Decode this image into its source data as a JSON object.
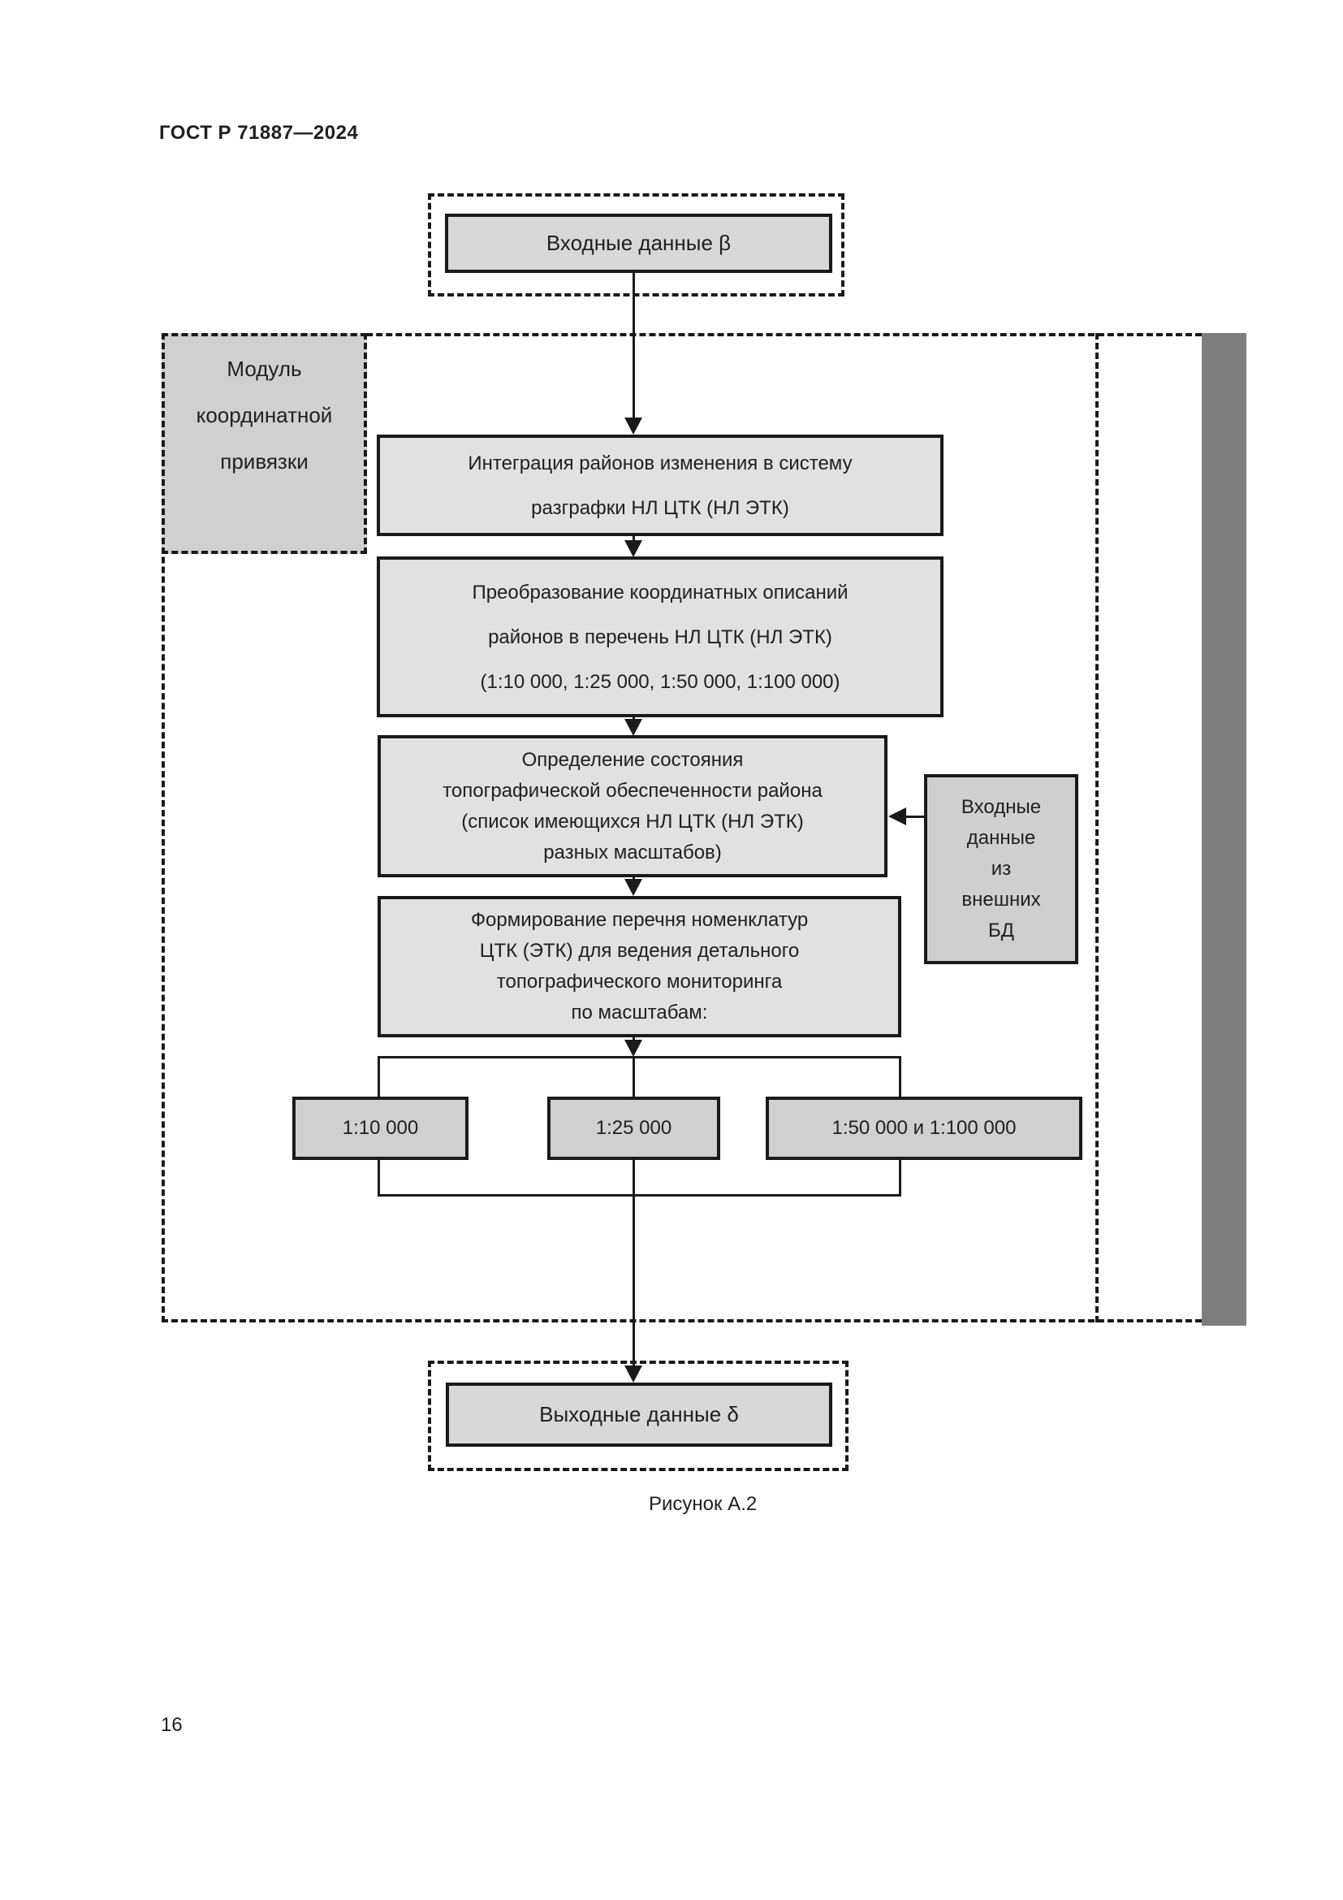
{
  "page": {
    "header": "ГОСТ Р 71887—2024",
    "caption": "Рисунок А.2",
    "page_number": "16"
  },
  "colors": {
    "line_color": "#1a1a1a",
    "text_color": "#202020",
    "flow_box_fill": "#e1e1e1",
    "io_box_fill": "#d8d8d8",
    "label_box_fill": "#d0d0d0",
    "scale_box_fill": "#d0d0d0",
    "external_box_fill": "#cfcfcf",
    "sidebar_fill": "#7e7e7e",
    "page_background": "#ffffff"
  },
  "flowchart": {
    "input_label": "Входные данные β",
    "module_label": {
      "lines": [
        "Модуль",
        "координатной",
        "привязки"
      ]
    },
    "steps": [
      {
        "lines": [
          "Интеграция районов изменения в систему",
          "разграфки НЛ ЦТК (НЛ ЭТК)"
        ]
      },
      {
        "lines": [
          "Преобразование координатных описаний",
          "районов в перечень НЛ ЦТК (НЛ ЭТК)",
          "(1:10 000, 1:25 000, 1:50 000, 1:100 000)"
        ]
      },
      {
        "lines": [
          "Определение состояния",
          "топографической обеспеченности района",
          "(список имеющихся НЛ ЦТК (НЛ ЭТК)",
          "разных масштабов)"
        ]
      },
      {
        "lines": [
          "Формирование перечня номенклатур",
          "ЦТК (ЭТК) для ведения детального",
          "топографического мониторинга",
          "по масштабам:"
        ]
      }
    ],
    "external_db_box": {
      "lines": [
        "Входные",
        "данные",
        "из",
        "внешних",
        "БД"
      ]
    },
    "scale_boxes": [
      "1:10 000",
      "1:25 000",
      "1:50 000 и 1:100 000"
    ],
    "output_label": "Выходные данные δ"
  }
}
